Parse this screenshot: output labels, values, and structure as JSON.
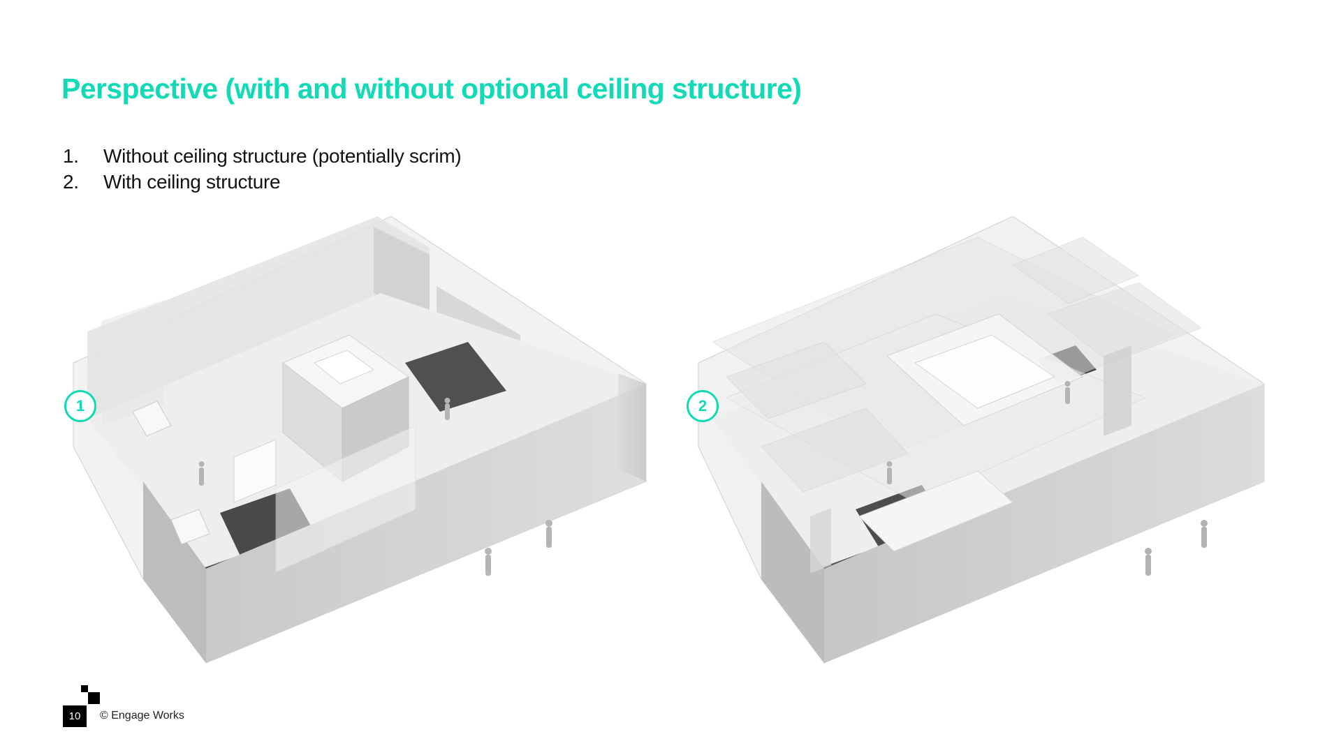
{
  "slide": {
    "title": "Perspective (with and without optional ceiling structure)",
    "list": [
      {
        "number": "1.",
        "text": "Without ceiling structure (potentially scrim)"
      },
      {
        "number": "2.",
        "text": "With ceiling structure"
      }
    ],
    "badges": [
      "1",
      "2"
    ],
    "page_number": "10",
    "copyright": "© Engage Works"
  },
  "colors": {
    "accent": "#12d9b6",
    "text": "#111111",
    "footer_block": "#000000"
  },
  "icons": {
    "logo": "engage-works-logo-icon"
  }
}
